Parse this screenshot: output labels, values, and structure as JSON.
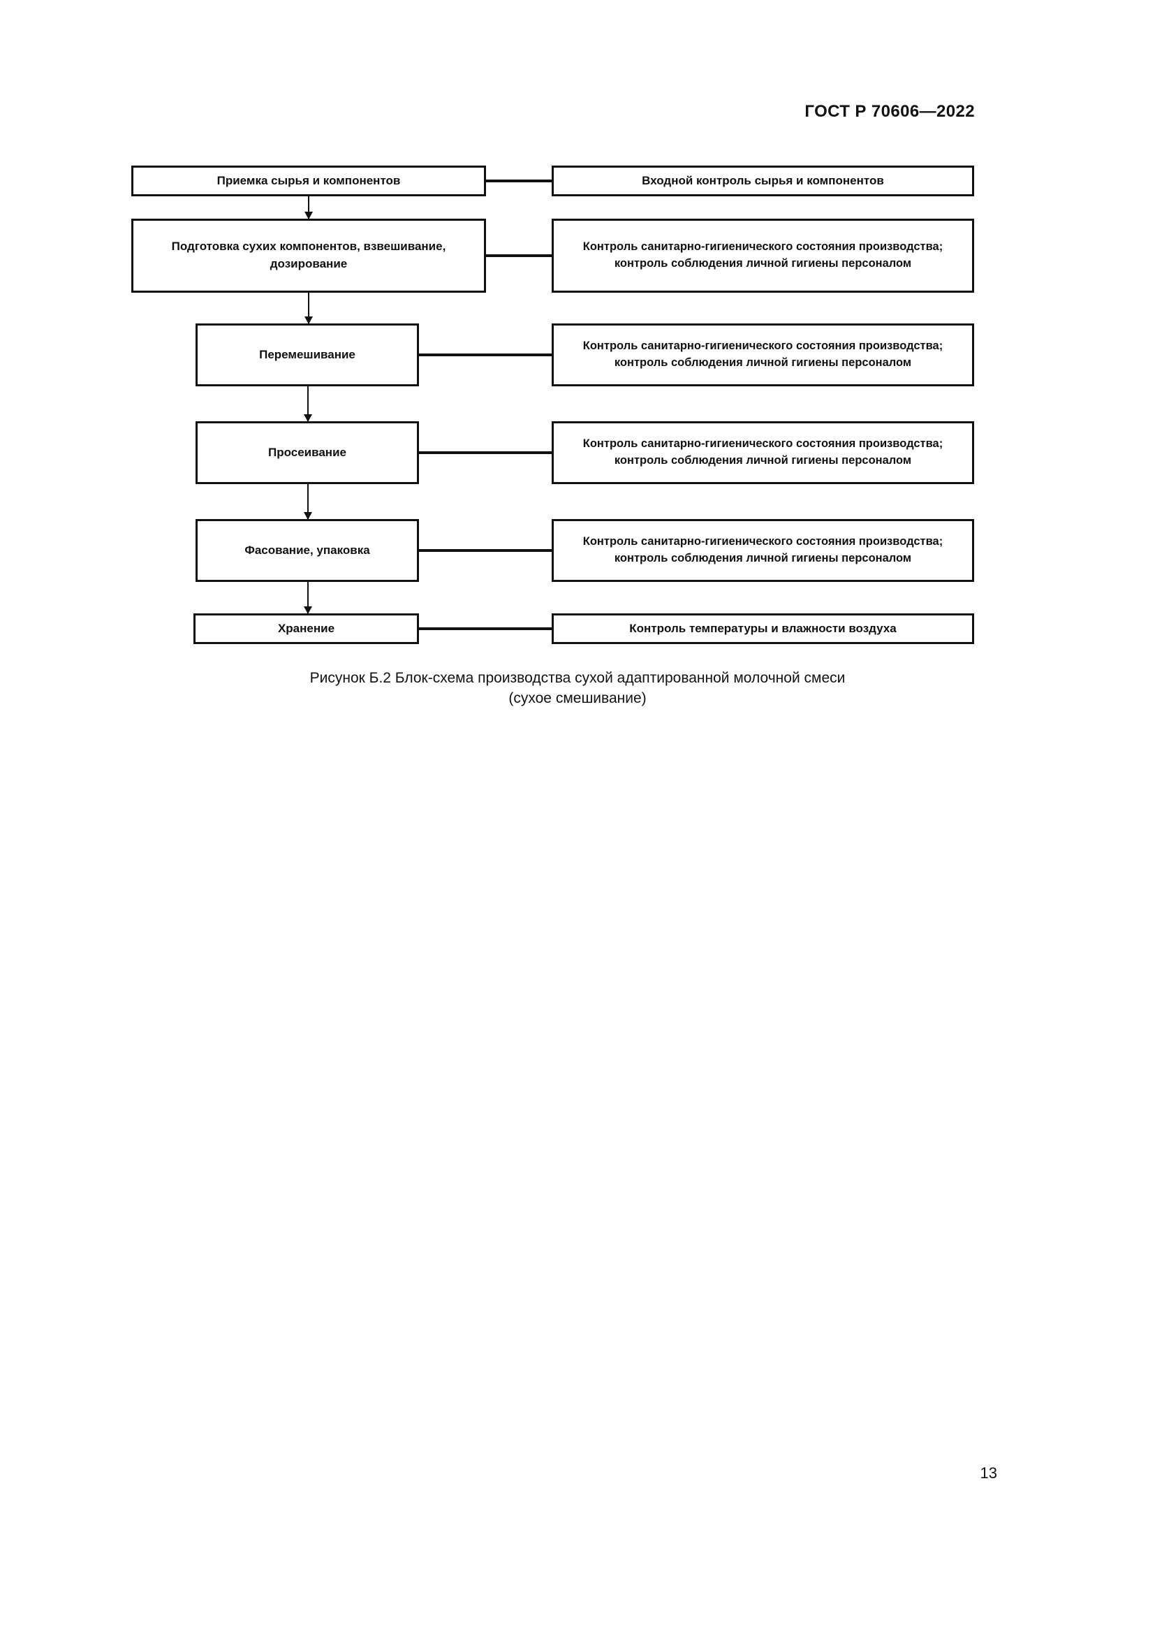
{
  "document": {
    "standard_header": "ГОСТ Р 70606—2022",
    "page_number": "13"
  },
  "figure": {
    "caption_line1": "Рисунок Б.2 Блок-схема производства сухой адаптированной молочной смеси",
    "caption_line2": "(сухое смешивание)",
    "process_steps": [
      {
        "id": "accept",
        "label": "Приемка сырья и компонентов"
      },
      {
        "id": "prepare",
        "label": "Подготовка сухих компонентов, взвешивание, дозирование"
      },
      {
        "id": "mix",
        "label": "Перемешивание"
      },
      {
        "id": "sift",
        "label": "Просеивание"
      },
      {
        "id": "pack",
        "label": "Фасование, упаковка"
      },
      {
        "id": "store",
        "label": "Хранение"
      }
    ],
    "control_steps": [
      {
        "id": "accept",
        "label": "Входной контроль сырья и компонентов"
      },
      {
        "id": "prepare",
        "label": "Контроль санитарно-гигиенического состояния производства; контроль соблюдения личной гигиены персоналом"
      },
      {
        "id": "mix",
        "label": "Контроль санитарно-гигиенического состояния производства; контроль соблюдения личной гигиены персоналом"
      },
      {
        "id": "sift",
        "label": "Контроль санитарно-гигиенического состояния производства; контроль соблюдения личной гигиены персоналом"
      },
      {
        "id": "pack",
        "label": "Контроль санитарно-гигиенического состояния производства; контроль соблюдения личной гигиены персоналом"
      },
      {
        "id": "store",
        "label": "Контроль температуры и влажности воздуха"
      }
    ]
  },
  "colors": {
    "ink": "#111111",
    "paper": "#ffffff"
  }
}
